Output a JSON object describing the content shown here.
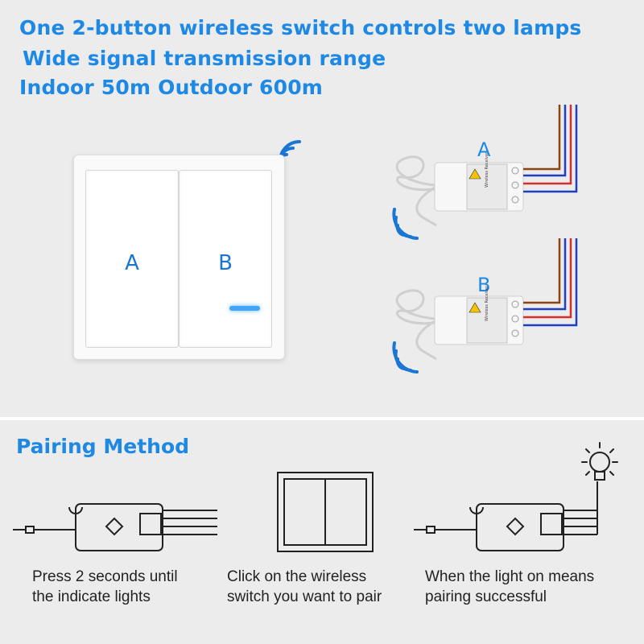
{
  "headlines": {
    "line1": "One 2-button wireless switch controls two lamps",
    "line2": "Wide signal transmission range",
    "line3": "Indoor 50m  Outdoor 600m"
  },
  "switch": {
    "button_a": "A",
    "button_b": "B"
  },
  "receivers": {
    "a_label": "A",
    "b_label": "B",
    "case_text": "Wireless Receiver"
  },
  "pairing": {
    "title": "Pairing Method",
    "steps": [
      {
        "line1": "Press 2 seconds until",
        "line2": "the indicate lights"
      },
      {
        "line1": "Click on the wireless",
        "line2": "switch you want to pair"
      },
      {
        "line1": "When the light on means",
        "line2": "pairing successful"
      }
    ]
  },
  "icons": {
    "signal": "wifi-signal-icon",
    "bulb": "light-bulb-icon"
  },
  "colors": {
    "accent": "#1e88e5",
    "wire_brown": "#8b4513",
    "wire_blue": "#1e3fbf",
    "wire_red": "#d32f2f"
  }
}
